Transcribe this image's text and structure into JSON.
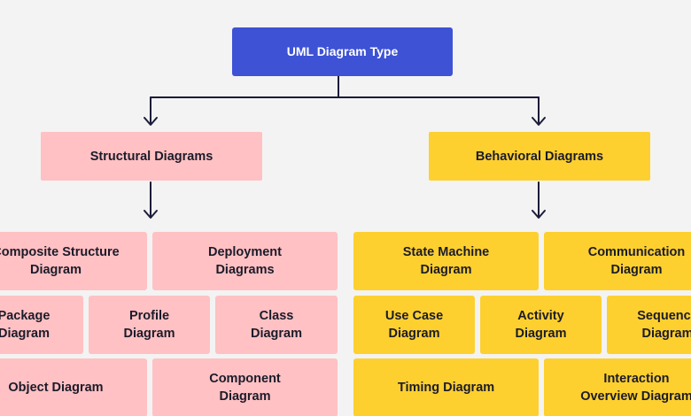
{
  "colors": {
    "background": "#f3f3f3",
    "root": "#3d52d5",
    "root_text": "#ffffff",
    "structural": "#ffc1c3",
    "behavioral": "#fdd02f",
    "line": "#1b1b3a",
    "text": "#1b1b2a"
  },
  "root": {
    "label": "UML Diagram Type"
  },
  "structural": {
    "label": "Structural Diagrams",
    "items": [
      "Composite Structure\nDiagram",
      "Deployment\nDiagrams",
      "Package\nDiagram",
      "Profile\nDiagram",
      "Class\nDiagram",
      "Object Diagram",
      "Component\nDiagram"
    ]
  },
  "behavioral": {
    "label": "Behavioral Diagrams",
    "items": [
      "State Machine\nDiagram",
      "Communication\nDiagram",
      "Use Case\nDiagram",
      "Activity\nDiagram",
      "Sequence\nDiagram",
      "Timing Diagram",
      "Interaction\nOverview Diagram"
    ]
  }
}
